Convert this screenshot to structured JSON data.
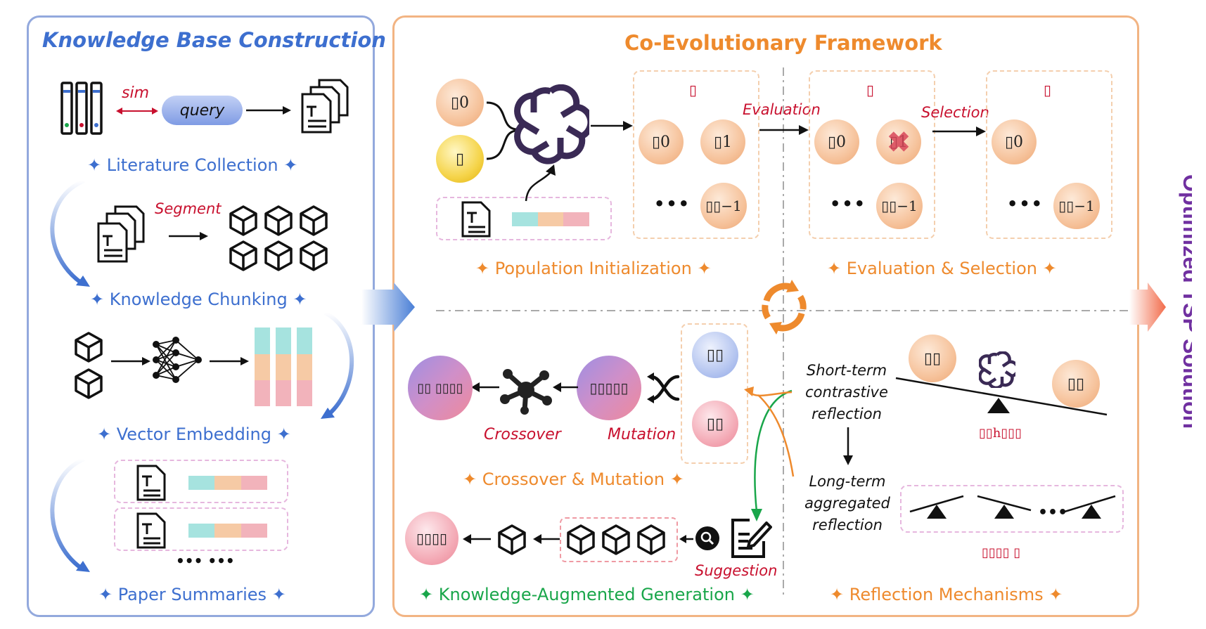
{
  "left": {
    "title": "Knowledge Base Construction",
    "sim_label": "sim",
    "query_label": "query",
    "segment_label": "Segment",
    "steps": [
      "Literature Collection",
      "Knowledge Chunking",
      "Vector Embedding",
      "Paper Summaries"
    ],
    "ellipsis": "••• •••",
    "star": "✦"
  },
  "center": {
    "title": "Co-Evolutionary Framework",
    "population_initialization": "Population Initialization",
    "evaluation_selection": "Evaluation & Selection",
    "crossover_mutation": "Crossover & Mutation",
    "kag": "Knowledge-Augmented Generation",
    "reflection_mechanisms": "Reflection Mechanisms",
    "evaluation_label": "Evaluation",
    "selection_label": "Selection",
    "crossover_label": "Crossover",
    "mutation_label": "Mutation",
    "suggestion_label": "Suggestion",
    "short_term": "Short-term contrastive reflection",
    "long_term": "Long-term aggregated reflection",
    "dots": "•••",
    "star": "✦"
  },
  "glyphs": {
    "p0": "▯0",
    "p": "▯",
    "p1": "▯1",
    "pn1": "▯▯−1",
    "pp": "▯▯",
    "pmut": "▯▯▯▯▯",
    "pcross": "▯▯ ▯▯▯▯",
    "pkag": "▯▯▯▯",
    "short_ref": "▯▯h▯▯▯",
    "long_ref": "▯▯▯▯ ▯"
  },
  "right": {
    "output": "Optimized TSP Solution"
  },
  "colors": {
    "blue": "#3d6fcf",
    "orange": "#ee8a2d",
    "green": "#19a64a",
    "purple": "#7030a0",
    "red": "#c8102e"
  }
}
